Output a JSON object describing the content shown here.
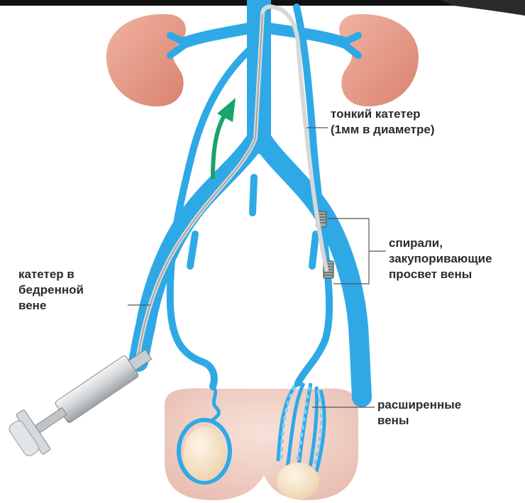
{
  "labels": {
    "thin_catheter": [
      "тонкий катетер",
      "(1мм в диаметре)"
    ],
    "coils": [
      "спирали,",
      "закупоривающие",
      "просвет вены"
    ],
    "femoral_catheter": [
      "катетер в",
      "бедренной",
      "вене"
    ],
    "dilated_veins": [
      "расширенные",
      "вены"
    ]
  },
  "colors": {
    "vein": "#2ea9e6",
    "vein_light": "#7fd0f4",
    "kidney": "#e29a86",
    "arrow": "#1aa36a",
    "catheter": "#cfcfcf",
    "skin": "#f3d9cf",
    "leader": "#555555"
  }
}
